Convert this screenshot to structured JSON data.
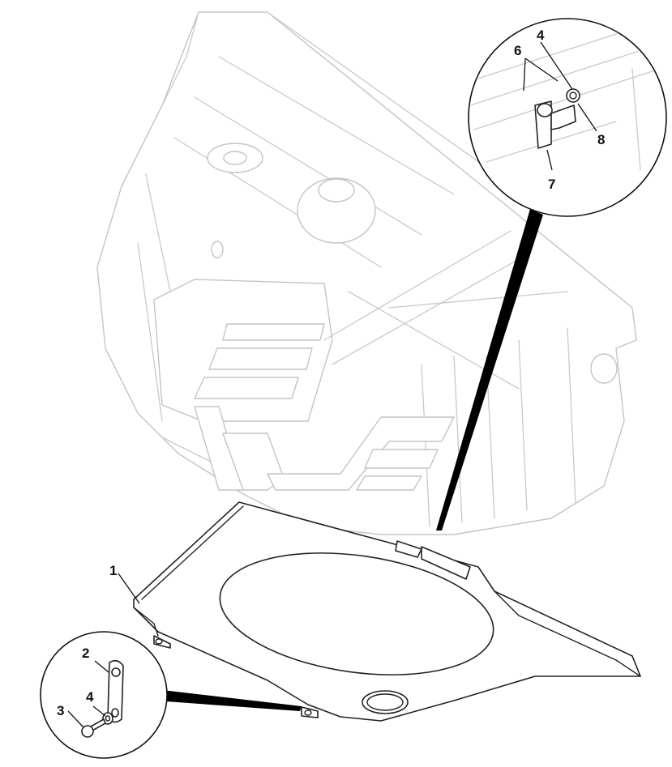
{
  "callouts": {
    "main": {
      "part_1": "1"
    },
    "detail_top": {
      "part_4": "4",
      "part_6": "6",
      "part_7": "7",
      "part_8": "8"
    },
    "detail_bottom": {
      "part_2": "2",
      "part_3": "3",
      "part_4": "4"
    }
  },
  "colors": {
    "outline": "#222222",
    "ghost_outline": "#c4c4c4",
    "background": "#ffffff"
  }
}
